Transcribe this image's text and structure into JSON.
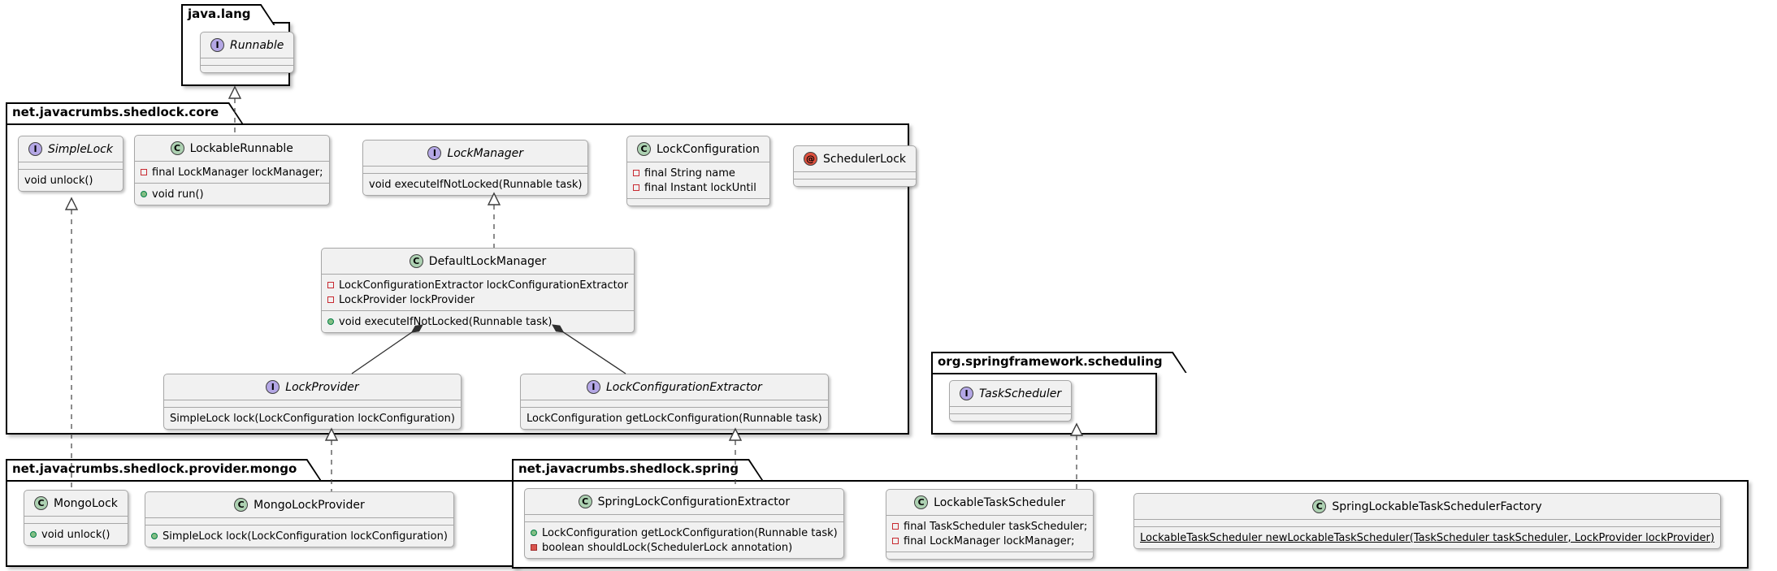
{
  "icons": {
    "interface": "I",
    "class": "C",
    "annotation": "@"
  },
  "colors": {
    "interface_icon_bg": "#B4A7E5",
    "class_icon_bg": "#ADD1B2",
    "annotation_icon_bg": "#E0503E",
    "box_bg": "#F1F1F1",
    "box_border": "#A7A7A7",
    "private_red": "#C82930",
    "public_green": "#84BE84",
    "package_border": "#000000"
  },
  "packages": {
    "java_lang": {
      "name": "java.lang"
    },
    "core": {
      "name": "net.javacrumbs.shedlock.core"
    },
    "scheduling": {
      "name": "org.springframework.scheduling"
    },
    "mongo": {
      "name": "net.javacrumbs.shedlock.provider.mongo"
    },
    "spring": {
      "name": "net.javacrumbs.shedlock.spring"
    }
  },
  "classes": {
    "runnable": {
      "kind": "interface",
      "name": "Runnable"
    },
    "simple_lock": {
      "kind": "interface",
      "name": "SimpleLock",
      "methods": [
        {
          "text": "void unlock()"
        }
      ]
    },
    "lockable_runnable": {
      "kind": "class",
      "name": "LockableRunnable",
      "fields": [
        {
          "text": "final LockManager lockManager;"
        }
      ],
      "methods": [
        {
          "text": "void run()"
        }
      ]
    },
    "lock_manager": {
      "kind": "interface",
      "name": "LockManager",
      "methods": [
        {
          "text": "void executeIfNotLocked(Runnable task)"
        }
      ]
    },
    "lock_configuration": {
      "kind": "class",
      "name": "LockConfiguration",
      "fields": [
        {
          "text": "final String name"
        },
        {
          "text": "final Instant lockUntil"
        }
      ]
    },
    "scheduler_lock": {
      "kind": "annotation",
      "name": "SchedulerLock"
    },
    "default_lock_manager": {
      "kind": "class",
      "name": "DefaultLockManager",
      "fields": [
        {
          "text": "LockConfigurationExtractor lockConfigurationExtractor"
        },
        {
          "text": "LockProvider lockProvider"
        }
      ],
      "methods": [
        {
          "text": "void executeIfNotLocked(Runnable task)"
        }
      ]
    },
    "lock_provider": {
      "kind": "interface",
      "name": "LockProvider",
      "methods": [
        {
          "text": "SimpleLock lock(LockConfiguration lockConfiguration)"
        }
      ]
    },
    "lock_configuration_extractor": {
      "kind": "interface",
      "name": "LockConfigurationExtractor",
      "methods": [
        {
          "text": "LockConfiguration getLockConfiguration(Runnable task)"
        }
      ]
    },
    "task_scheduler": {
      "kind": "interface",
      "name": "TaskScheduler"
    },
    "mongo_lock": {
      "kind": "class",
      "name": "MongoLock",
      "methods": [
        {
          "text": "void unlock()"
        }
      ]
    },
    "mongo_lock_provider": {
      "kind": "class",
      "name": "MongoLockProvider",
      "methods": [
        {
          "text": "SimpleLock lock(LockConfiguration lockConfiguration)"
        }
      ]
    },
    "spring_lock_configuration_extractor": {
      "kind": "class",
      "name": "SpringLockConfigurationExtractor",
      "methods": [
        {
          "text": "LockConfiguration getLockConfiguration(Runnable task)"
        },
        {
          "text": "boolean shouldLock(SchedulerLock annotation)"
        }
      ]
    },
    "lockable_task_scheduler": {
      "kind": "class",
      "name": "LockableTaskScheduler",
      "fields": [
        {
          "text": "final TaskScheduler taskScheduler;"
        },
        {
          "text": "final LockManager lockManager;"
        }
      ]
    },
    "spring_lockable_task_scheduler_factory": {
      "kind": "class",
      "name": "SpringLockableTaskSchedulerFactory",
      "methods": [
        {
          "text": "LockableTaskScheduler newLockableTaskScheduler(TaskScheduler taskScheduler, LockProvider lockProvider)",
          "static": true
        }
      ]
    }
  },
  "relations": [
    {
      "from": "LockableRunnable",
      "to": "Runnable",
      "type": "realization"
    },
    {
      "from": "DefaultLockManager",
      "to": "LockManager",
      "type": "realization"
    },
    {
      "from": "MongoLock",
      "to": "SimpleLock",
      "type": "realization"
    },
    {
      "from": "MongoLockProvider",
      "to": "LockProvider",
      "type": "realization"
    },
    {
      "from": "SpringLockConfigurationExtractor",
      "to": "LockConfigurationExtractor",
      "type": "realization"
    },
    {
      "from": "LockableTaskScheduler",
      "to": "TaskScheduler",
      "type": "realization"
    },
    {
      "from": "DefaultLockManager",
      "to": "LockProvider",
      "type": "composition"
    },
    {
      "from": "DefaultLockManager",
      "to": "LockConfigurationExtractor",
      "type": "composition"
    }
  ]
}
